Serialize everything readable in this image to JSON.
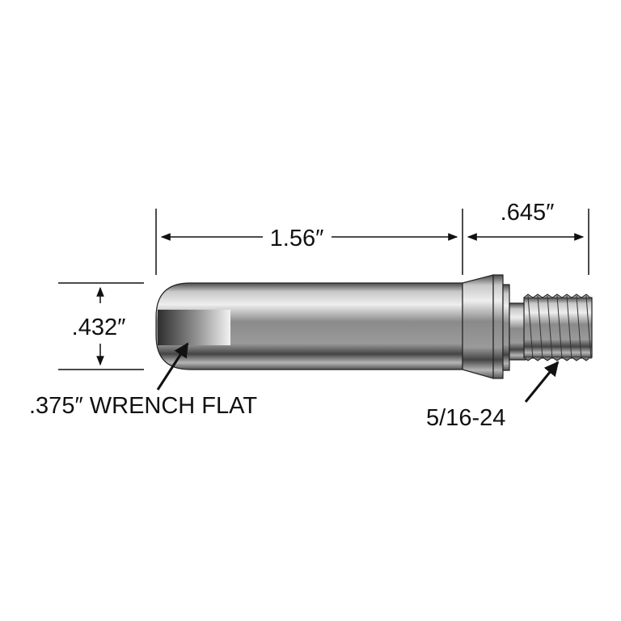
{
  "dimensions": {
    "body_length": "1.56″",
    "thread_length": ".645″",
    "diameter": ".432″"
  },
  "callouts": {
    "wrench_flat": ".375″ WRENCH FLAT",
    "thread_spec": "5/16-24"
  },
  "colors": {
    "line": "#111111",
    "metal_dark": "#3a3a3a",
    "metal_light": "#e6e6e6"
  }
}
